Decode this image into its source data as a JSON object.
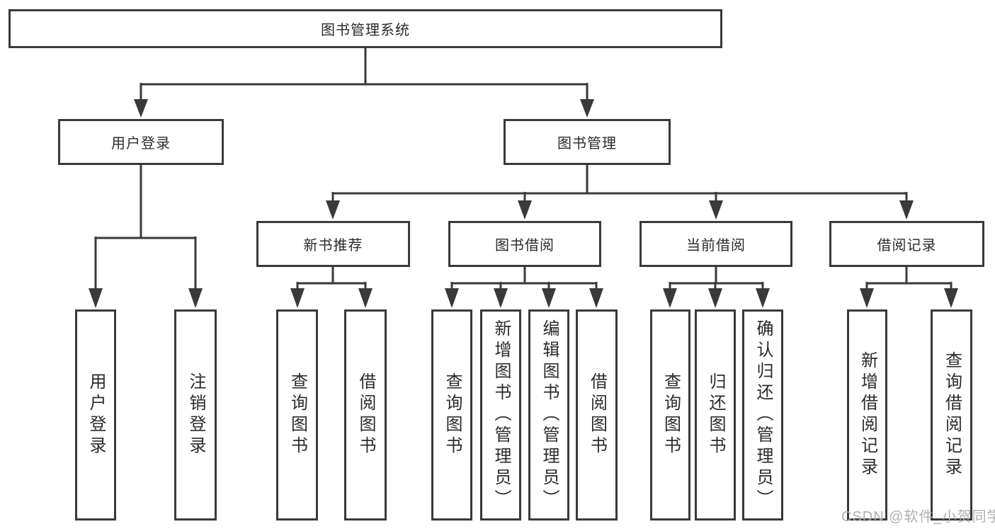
{
  "colors": {
    "line": "#3a3a3a",
    "box_border": "#3a3a3a",
    "text": "#2b2b2b",
    "watermark": "#b0b0b0",
    "background": "#ffffff"
  },
  "nodes": {
    "root": {
      "label": "图书管理系统"
    },
    "user_login": {
      "label": "用户登录"
    },
    "book_mgmt": {
      "label": "图书管理"
    },
    "new_book_rec": {
      "label": "新书推荐"
    },
    "book_borrow": {
      "label": "图书借阅"
    },
    "current_borrow": {
      "label": "当前借阅"
    },
    "borrow_record": {
      "label": "借阅记录"
    },
    "leaf_user_login": {
      "label": "用户登录"
    },
    "leaf_logout": {
      "label": "注销登录"
    },
    "leaf_query_book_1": {
      "label": "查询图书"
    },
    "leaf_borrow_book_1": {
      "label": "借阅图书"
    },
    "leaf_query_book_2": {
      "label": "查询图书"
    },
    "leaf_add_book": {
      "label": "新增图书（管理员）"
    },
    "leaf_edit_book": {
      "label": "编辑图书（管理员）"
    },
    "leaf_borrow_book_2": {
      "label": "借阅图书"
    },
    "leaf_query_book_3": {
      "label": "查询图书"
    },
    "leaf_return_book": {
      "label": "归还图书"
    },
    "leaf_confirm_return": {
      "label": "确认归还（管理员）"
    },
    "leaf_add_record": {
      "label": "新增借阅记录"
    },
    "leaf_query_record": {
      "label": "查询借阅记录"
    }
  },
  "watermark": {
    "text": "CSDN @软件_小贺同学"
  }
}
